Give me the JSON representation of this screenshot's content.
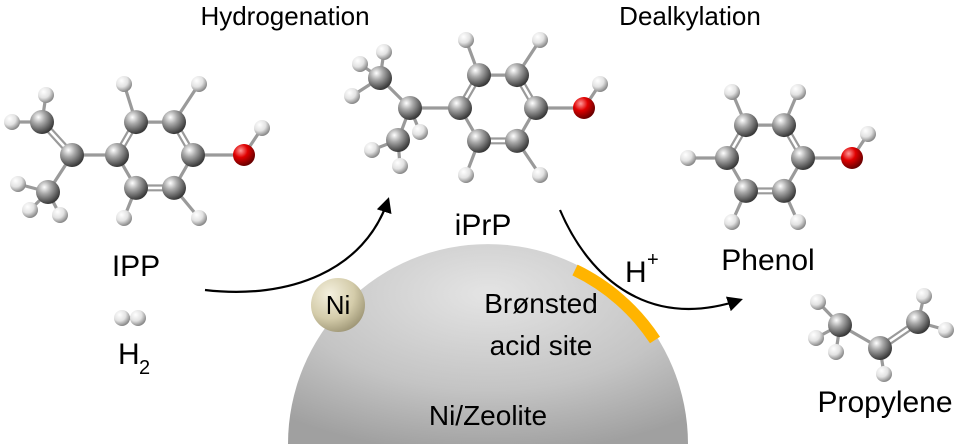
{
  "labels": {
    "hydrogenation": "Hydrogenation",
    "dealkylation": "Dealkylation",
    "ipp": "IPP",
    "h2_main": "H",
    "h2_sub": "2",
    "iprp": "iPrP",
    "phenol": "Phenol",
    "propylene": "Propylene",
    "h_plus_main": "H",
    "h_plus_sup": "+",
    "ni": "Ni",
    "bronsted_line1": "Brønsted",
    "bronsted_line2": "acid site",
    "support": "Ni/Zeolite"
  },
  "colors": {
    "carbon": "#7d7d7d",
    "hydrogen": "#e6e6e6",
    "oxygen": "#e00000",
    "ni_particle": "#d8d0b0",
    "acid_site": "#ffb400",
    "support": "#c8c8c8"
  }
}
